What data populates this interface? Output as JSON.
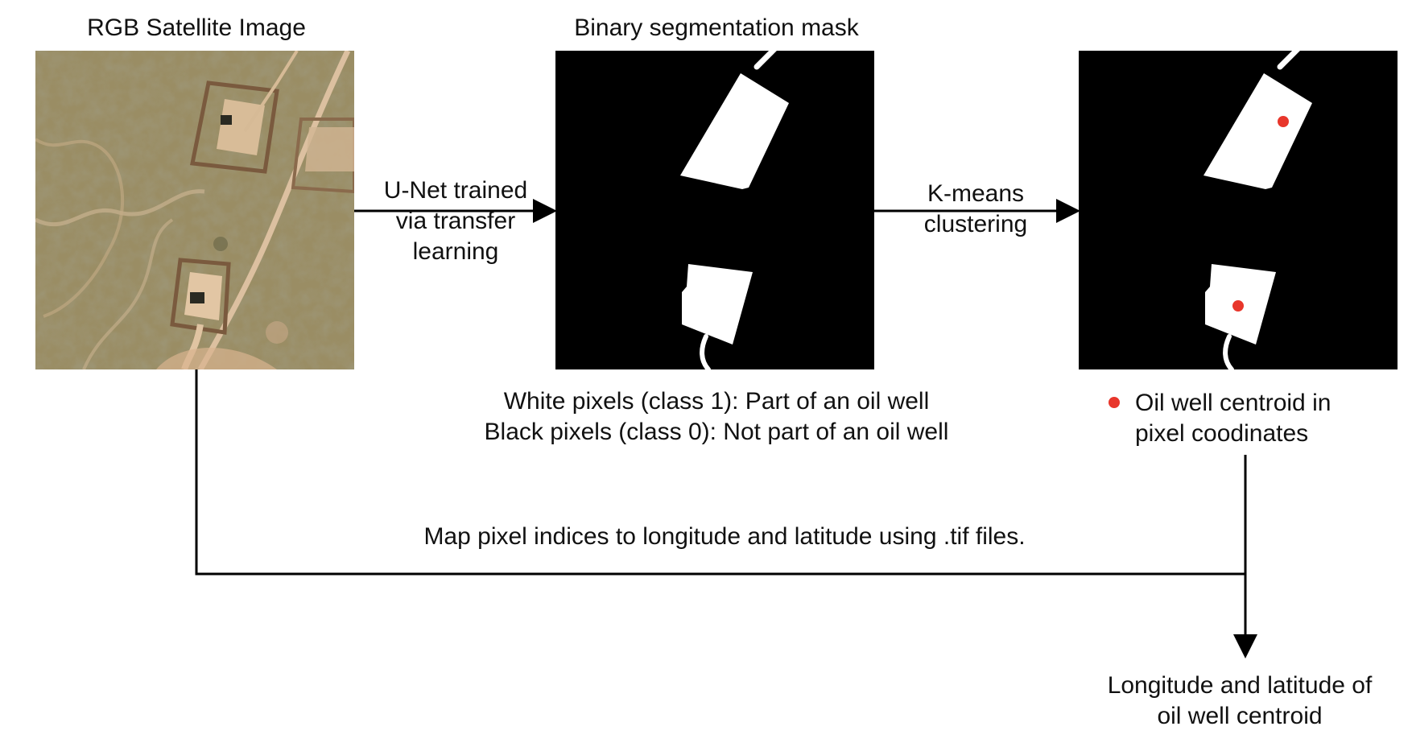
{
  "colors": {
    "arrow": "#000000",
    "mask_fg": "#ffffff",
    "mask_bg": "#000000",
    "centroid": "#e8362b",
    "terrain_base": "#9a8d64",
    "terrain_sand": "#d9b48f"
  },
  "nodes": {
    "satellite": {
      "title": "RGB Satellite Image"
    },
    "mask": {
      "title": "Binary segmentation mask"
    },
    "centroid_panel": {}
  },
  "edges": {
    "unet": {
      "line1": "U-Net trained",
      "line2": "via transfer",
      "line3": "learning"
    },
    "kmeans": {
      "line1": "K-means",
      "line2": "clustering"
    },
    "map": {
      "label": "Map pixel indices to longitude and latitude using .tif files."
    }
  },
  "mask_caption": {
    "line1": "White pixels (class 1): Part of an oil well",
    "line2": "Black pixels (class 0): Not part of an oil well"
  },
  "centroid_legend": {
    "line1": "Oil well centroid in",
    "line2": "pixel coodinates"
  },
  "output": {
    "line1": "Longitude and latitude of",
    "line2": "oil well centroid"
  }
}
